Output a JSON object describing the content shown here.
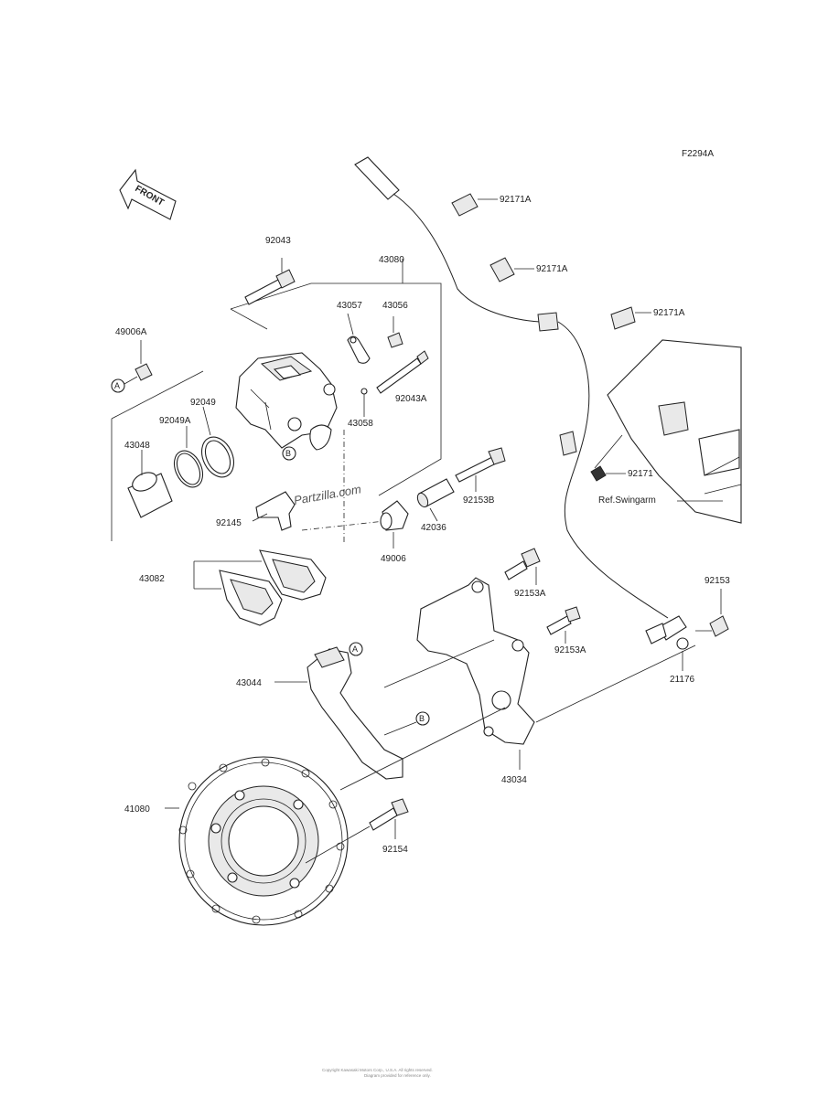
{
  "figure_code": "F2294A",
  "front_arrow_text": "FRONT",
  "watermark": "Partzilla.com",
  "reference_note": "Ref.Swingarm",
  "callout_letters": {
    "a": "A",
    "b": "B"
  },
  "part_labels": {
    "p92043": "92043",
    "p43080": "43080",
    "p43057": "43057",
    "p43056": "43056",
    "p49006A": "49006A",
    "p92049": "92049",
    "p92049A": "92049A",
    "p43048": "43048",
    "p92043A": "92043A",
    "p43058": "43058",
    "p92153B": "92153B",
    "p42036": "42036",
    "p92145": "92145",
    "p49006": "49006",
    "p43082": "43082",
    "p92171A_1": "92171A",
    "p92171A_2": "92171A",
    "p92171A_3": "92171A",
    "p92171": "92171",
    "p92153A_1": "92153A",
    "p92153A_2": "92153A",
    "p92153": "92153",
    "p21176": "21176",
    "p43044": "43044",
    "p43034": "43034",
    "p41080": "41080",
    "p92154": "92154"
  },
  "footer": {
    "line1": "Copyright Kawasaki Motors Corp., U.S.A. All rights reserved.",
    "line2": "Diagram provided for reference only."
  }
}
